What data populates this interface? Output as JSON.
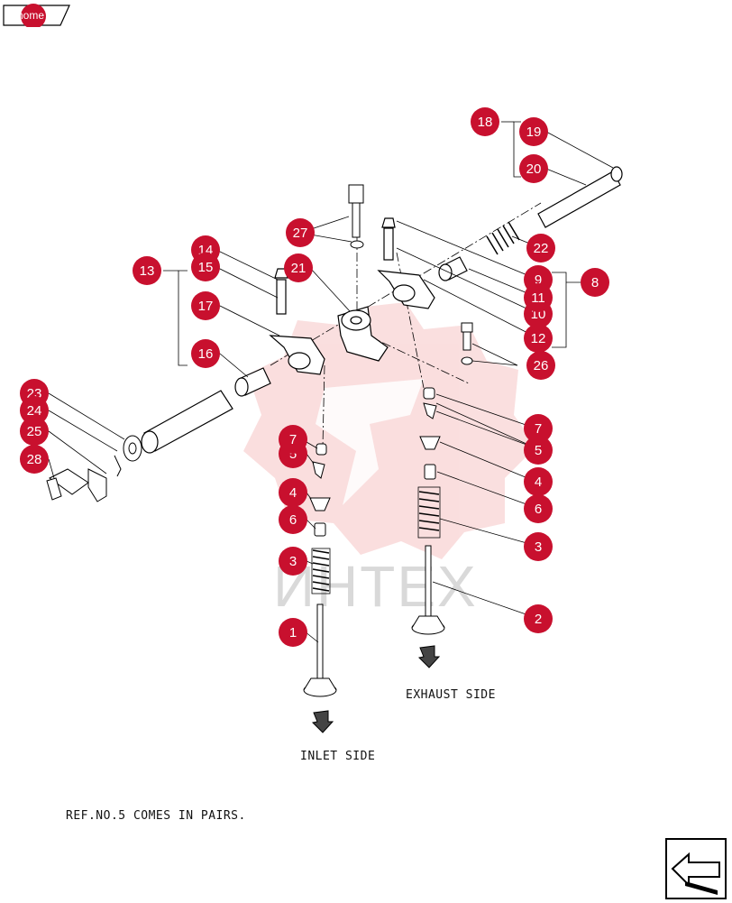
{
  "nav": {
    "home_label": "home"
  },
  "watermark": {
    "text": "ИНТЕХ"
  },
  "callouts": [
    "1",
    "2",
    "3",
    "3",
    "4",
    "4",
    "5",
    "5",
    "6",
    "6",
    "7",
    "7",
    "8",
    "9",
    "10",
    "11",
    "12",
    "13",
    "14",
    "15",
    "16",
    "17",
    "18",
    "19",
    "20",
    "21",
    "22",
    "23",
    "24",
    "25",
    "26",
    "27",
    "28"
  ],
  "labels": {
    "exhaust_side": "EXHAUST SIDE",
    "inlet_side": "INLET SIDE",
    "note": "REF.NO.5 COMES IN PAIRS."
  },
  "colors": {
    "callout": "#c8102e",
    "watermark": "#f5b8b8",
    "line": "#000000"
  },
  "icons": {
    "back": "back-arrow-icon"
  }
}
